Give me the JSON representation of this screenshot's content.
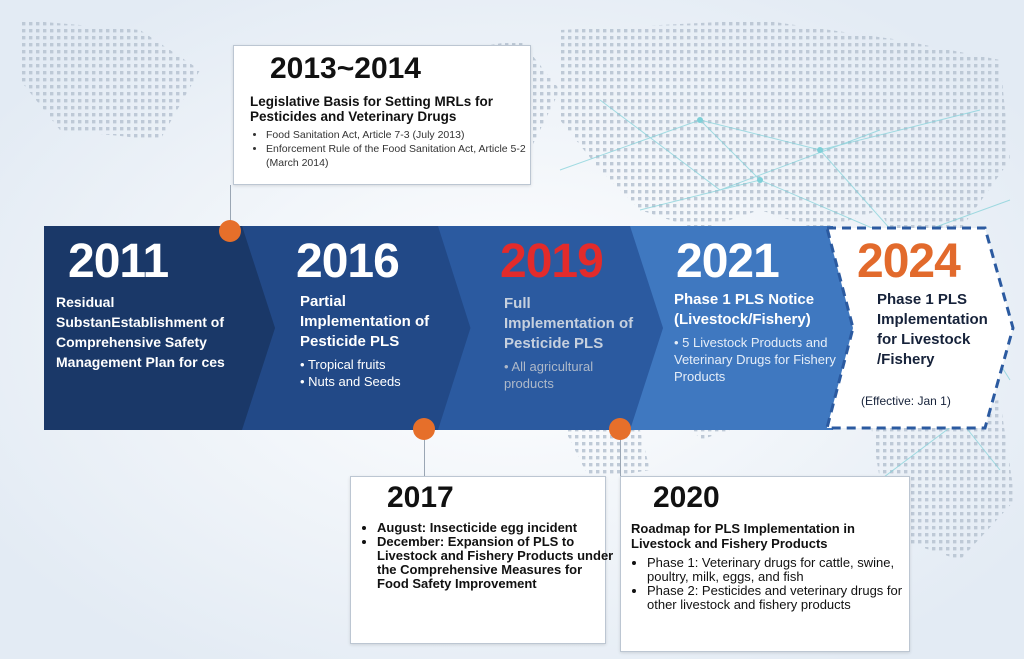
{
  "colors": {
    "navy": "#1a3868",
    "blue": "#224987",
    "mid_blue": "#2b5aa0",
    "light_blue": "#3f78c0",
    "red": "#e32b2b",
    "orange": "#e26a2c",
    "dot": "#e66f2a"
  },
  "steps": [
    {
      "year": "2011",
      "title": "Residual SubstanEstablishment of Comprehensive Safety Management Plan for ces",
      "bullets": []
    },
    {
      "year": "2016",
      "title": "Partial Implementation of Pesticide PLS",
      "bullets": [
        "Tropical fruits",
        "Nuts and Seeds"
      ]
    },
    {
      "year": "2019",
      "title": "Full Implementation of Pesticide PLS",
      "bullets": [
        "All agricultural products"
      ]
    },
    {
      "year": "2021",
      "title": "Phase 1 PLS Notice (Livestock/Fishery)",
      "bullets": [
        "5 Livestock Products and Veterinary Drugs for Fishery Products"
      ]
    },
    {
      "year": "2024",
      "title": "Phase 1 PLS Implementation for Livestock /Fishery",
      "note": "(Effective: Jan 1)"
    }
  ],
  "callouts": {
    "c2013": {
      "year": "2013~2014",
      "title": "Legislative Basis for Setting MRLs for Pesticides and Veterinary Drugs",
      "bullets": [
        "Food Sanitation Act, Article 7-3 (July 2013)",
        "Enforcement Rule of the Food Sanitation Act, Article 5-2 (March 2014)"
      ]
    },
    "c2017": {
      "year": "2017",
      "bullets": [
        "August: Insecticide egg incident",
        "December: Expansion of PLS to Livestock and Fishery Products under the Comprehensive Measures for Food Safety Improvement"
      ]
    },
    "c2020": {
      "year": "2020",
      "title": "Roadmap for PLS Implementation in Livestock and Fishery Products",
      "bullets": [
        "Phase 1: Veterinary drugs for cattle, swine, poultry, milk, eggs, and fish",
        "Phase 2: Pesticides and veterinary drugs for other livestock and fishery products"
      ]
    }
  }
}
